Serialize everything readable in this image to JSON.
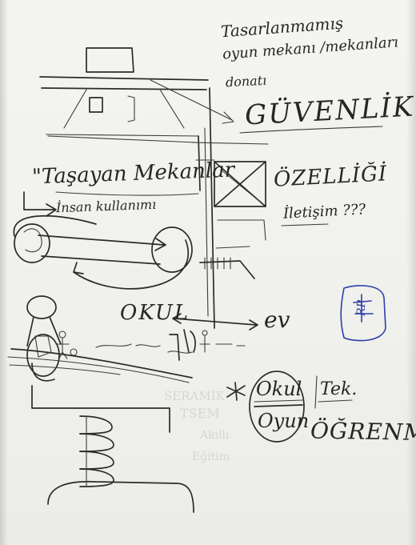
{
  "notes": {
    "title_line1": "Tasarlanmamış",
    "title_line2": "oyun mekanı /mekanları",
    "title_line3": "donatı",
    "guvenlik": "GÜVENLİK",
    "tasayan": "\"Taşayan Mekanlar",
    "insan": "İnsan kullanımı",
    "ozellik": "ÖZELLİĞİ",
    "iletisim": "İletişim ???",
    "okul": "OKUL",
    "ev": "ev",
    "okul2": "Okul",
    "oyun": "Oyun",
    "tek": "Tek.",
    "ogrenme": "ÖĞRENME.",
    "blue_mark": "RP"
  },
  "ink_colors": {
    "black": "#2b2b2b",
    "blue": "#2b3ea8",
    "paper": "#f1f1ee"
  }
}
